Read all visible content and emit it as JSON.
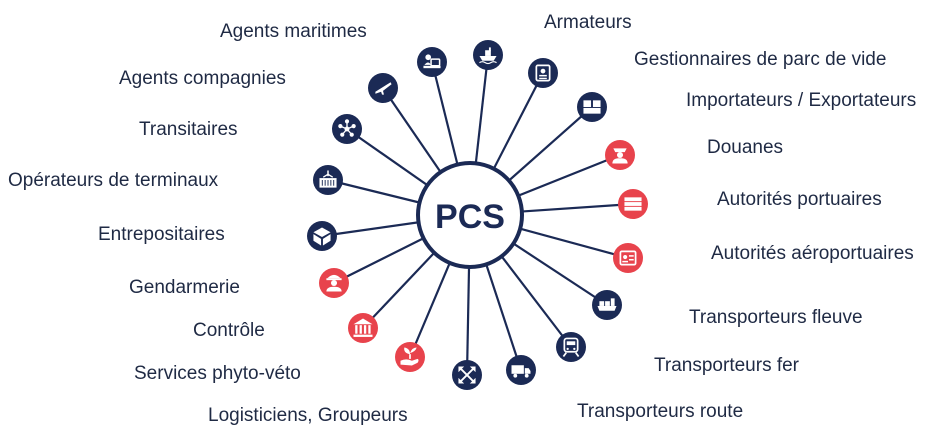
{
  "center": {
    "label": "PCS"
  },
  "colors": {
    "navy": "#1b2a55",
    "red": "#e8434c",
    "line": "#1b2a55",
    "text": "#1f2a44",
    "icon_fg": "#ffffff"
  },
  "labels": {
    "agents_maritimes": "Agents maritimes",
    "armateurs": "Armateurs",
    "agents_compagnies": "Agents compagnies",
    "gestionnaires_parc_vide": "Gestionnaires de parc de vide",
    "importateurs_exportateurs": "Importateurs / Exportateurs",
    "transitaires": "Transitaires",
    "douanes": "Douanes",
    "operateurs_terminaux": "Opérateurs de terminaux",
    "autorites_portuaires": "Autorités portuaires",
    "entrepositaires": "Entrepositaires",
    "autorites_aeroportuaires": "Autorités aéroportuaires",
    "gendarmerie": "Gendarmerie",
    "transporteurs_fleuve": "Transporteurs fleuve",
    "controle": "Contrôle",
    "transporteurs_fer": "Transporteurs fer",
    "services_phyto_veto": "Services phyto-véto",
    "transporteurs_route": "Transporteurs route",
    "logisticiens_groupeurs": "Logisticiens, Groupeurs"
  },
  "spokes": [
    {
      "icon": "airplane-icon",
      "color": "navy"
    },
    {
      "icon": "laptop-user-icon",
      "color": "navy"
    },
    {
      "icon": "ship-icon",
      "color": "navy"
    },
    {
      "icon": "id-card-icon",
      "color": "navy"
    },
    {
      "icon": "boxes-icon",
      "color": "navy"
    },
    {
      "icon": "customs-officer-icon",
      "color": "red"
    },
    {
      "icon": "containers-icon",
      "color": "red"
    },
    {
      "icon": "badge-icon",
      "color": "red"
    },
    {
      "icon": "barge-icon",
      "color": "navy"
    },
    {
      "icon": "train-icon",
      "color": "navy"
    },
    {
      "icon": "truck-icon",
      "color": "navy"
    },
    {
      "icon": "cross-arrows-icon",
      "color": "navy"
    },
    {
      "icon": "plant-hand-icon",
      "color": "red"
    },
    {
      "icon": "institution-icon",
      "color": "red"
    },
    {
      "icon": "gendarme-icon",
      "color": "red"
    },
    {
      "icon": "box-icon",
      "color": "navy"
    },
    {
      "icon": "crane-container-icon",
      "color": "navy"
    },
    {
      "icon": "network-icon",
      "color": "navy"
    }
  ]
}
